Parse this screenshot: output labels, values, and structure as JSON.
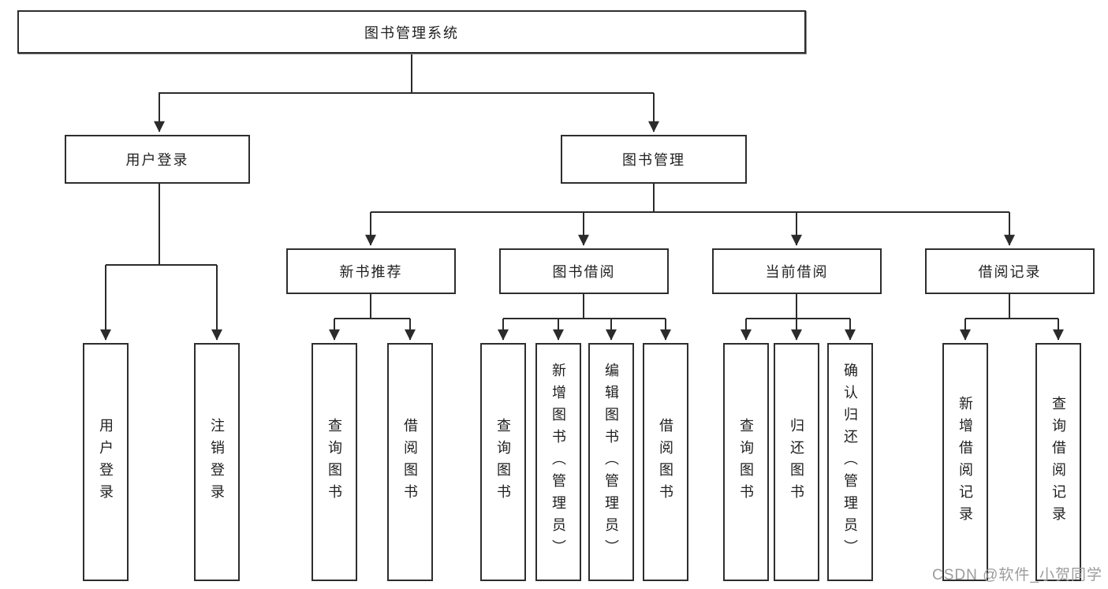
{
  "diagram": {
    "title": "图书管理系统",
    "level2": {
      "user_login": "用户登录",
      "book_mgmt": "图书管理"
    },
    "level3": {
      "new_books": "新书推荐",
      "book_borrow": "图书借阅",
      "current_borrow": "当前借阅",
      "borrow_records": "借阅记录"
    },
    "leaves": {
      "user_login": "用户登录",
      "logout": "注销登录",
      "nb_query_books": "查询图书",
      "nb_borrow_books": "借阅图书",
      "bb_query_books": "查询图书",
      "bb_add_books": "新增图书（管理员）",
      "bb_edit_books": "编辑图书（管理员）",
      "bb_borrow_books": "借阅图书",
      "cb_query_books": "查询图书",
      "cb_return_books": "归还图书",
      "cb_confirm_return": "确认归还（管理员）",
      "br_add_record": "新增借阅记录",
      "br_query_record": "查询借阅记录"
    }
  },
  "watermark": "CSDN @软件_小贺同学",
  "colors": {
    "line": "#2b2b2b",
    "box_border": "#2e2e2e",
    "box_bg": "#ffffff",
    "text": "#1f1f1f",
    "watermark": "#9c9c9c"
  }
}
